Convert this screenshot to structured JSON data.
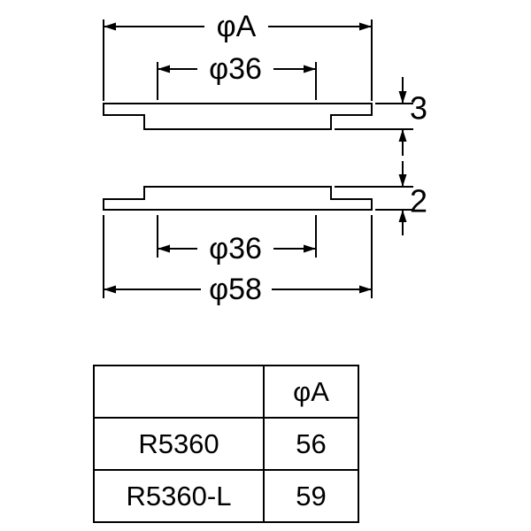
{
  "colors": {
    "line": "#000000",
    "background": "#ffffff"
  },
  "diagram": {
    "dim_phiA": "φA",
    "dim_phi36_top": "φ36",
    "thickness_top": "3",
    "thickness_bottom": "2",
    "dim_phi36_bottom": "φ36",
    "dim_phi58": "φ58"
  },
  "table": {
    "header": [
      "",
      "φA"
    ],
    "rows": [
      {
        "model": "R5360",
        "phiA": "56"
      },
      {
        "model": "R5360-L",
        "phiA": "59"
      }
    ]
  }
}
